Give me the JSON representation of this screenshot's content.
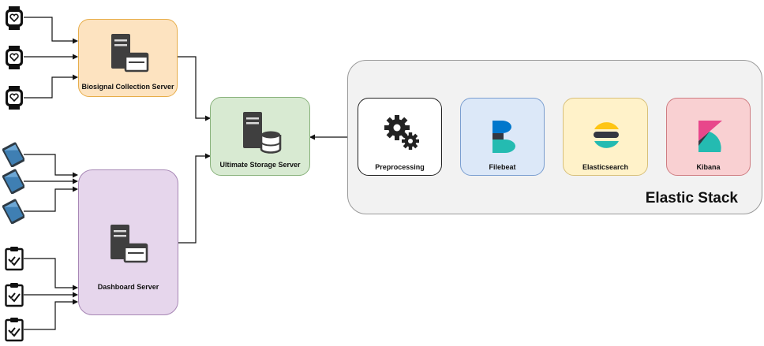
{
  "nodes": {
    "biosignal_server": {
      "label": "Biosignal Collection Server",
      "fill": "#fde3c0",
      "stroke": "#e7ad4a"
    },
    "dashboard_server": {
      "label": "Dashboard Server",
      "fill": "#e6d6ec",
      "stroke": "#a787b5"
    },
    "storage_server": {
      "label": "Ultimate Storage Server",
      "fill": "#d8ead2",
      "stroke": "#89b27c"
    },
    "preprocessing": {
      "label": "Preprocessing",
      "fill": "#ffffff",
      "stroke": "#222222"
    },
    "filebeat": {
      "label": "Filebeat",
      "fill": "#dce8f8",
      "stroke": "#7a9ed0"
    },
    "elasticsearch": {
      "label": "Elasticsearch",
      "fill": "#fff2c9",
      "stroke": "#d8c07a"
    },
    "kibana": {
      "label": "Kibana",
      "fill": "#f9d0d2",
      "stroke": "#cf7d82"
    }
  },
  "elastic_stack": {
    "label": "Elastic Stack",
    "fill": "#f2f2f2",
    "stroke": "#9a9a9a"
  },
  "sources": {
    "smartwatches": [
      "smartwatch-icon",
      "smartwatch-icon",
      "smartwatch-icon"
    ],
    "tablets": [
      "tablet-icon",
      "tablet-icon",
      "tablet-icon"
    ],
    "clipboards": [
      "clipboard-check-icon",
      "clipboard-check-icon",
      "clipboard-check-icon"
    ]
  },
  "colors": {
    "elastic_teal": "#24bbb1",
    "elastic_blue": "#0077cc",
    "elastic_yellow": "#fec514",
    "elastic_dark": "#343741",
    "kibana_pink": "#e8478b"
  }
}
